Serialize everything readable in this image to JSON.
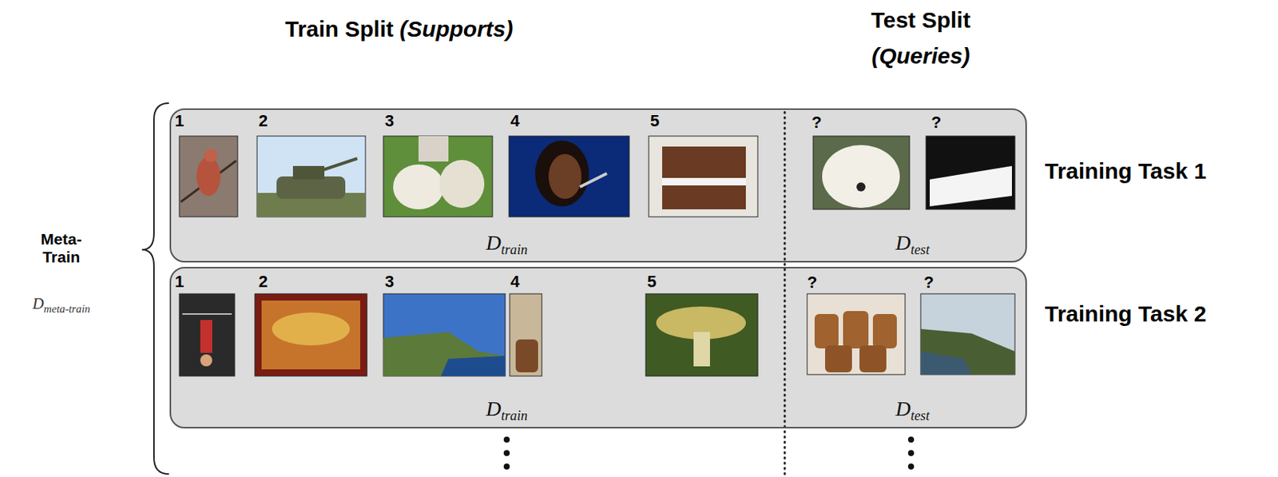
{
  "diagram": {
    "nodes": [
      {
        "text": [
          "Dtrain",
          "Dtest",
          "Training Task 1"
        ]
      },
      {
        "text": [
          "Dtrain",
          "Dtest",
          "Training Task 2"
        ]
      }
    ],
    "labels": [
      "Train Split (Supports)",
      "Test Split (Queries)",
      "Meta- Train",
      "Dmeta-train",
      "1",
      "2",
      "3",
      "4",
      "5",
      "?",
      "?",
      "1",
      "2",
      "3",
      "4",
      "5",
      "?",
      "?"
    ]
  }
}
